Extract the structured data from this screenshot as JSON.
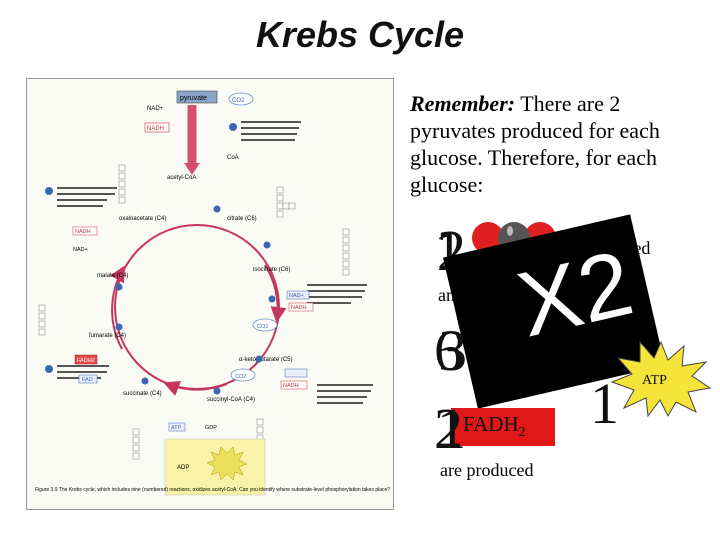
{
  "title": "Krebs Cycle",
  "note": {
    "lead": "Remember:",
    "body": " There are 2 pyruvates produced for each glucose.  Therefore, for each glucose:"
  },
  "co2": {
    "count_old": "1",
    "count_new": "2",
    "label": "CO",
    "label_sub": "2",
    "verb": "are released"
  },
  "and_text": "and",
  "nadh": {
    "count_old": "3",
    "count_new": "6"
  },
  "fadh2": {
    "count_old": "1",
    "count_new": "2",
    "label": "FADH",
    "label_sub": "2"
  },
  "atp": {
    "count": "1",
    "label": "ATP"
  },
  "multiplier": "X2",
  "produced_text": "are produced",
  "figure": {
    "top_label": "pyruvate",
    "co2_tag": "CO2",
    "nad": "NAD+",
    "nadh": "NADH",
    "coa": "CoA",
    "acetyl": "acetyl-CoA",
    "oxaloacetate": "oxaloacetate (C4)",
    "citrate": "citrate (C6)",
    "isocitrate": "isocitrate (C6)",
    "ketoglutarate": "α-ketoglutarate (C5)",
    "succinyl": "succinyl-CoA (C4)",
    "succinate": "succinate (C4)",
    "fumarate": "fumarate (C4)",
    "malate": "malate (C4)",
    "fad": "FAD",
    "fadh2": "FADH2",
    "atp": "ATP",
    "adp": "ADP",
    "gdp": "GDP",
    "caption": "Figure 3.9  The Krebs cycle, which includes nine (numbered) reactions, oxidizes acetyl-CoA. Can you identify where substrate-level phosphorylation takes place?"
  },
  "colors": {
    "nadh_box": "#2a6fd6",
    "fadh_box": "#e01818",
    "atp_burst": "#f7e43b",
    "co2_oxygen": "#e02020",
    "co2_carbon": "#555555"
  }
}
